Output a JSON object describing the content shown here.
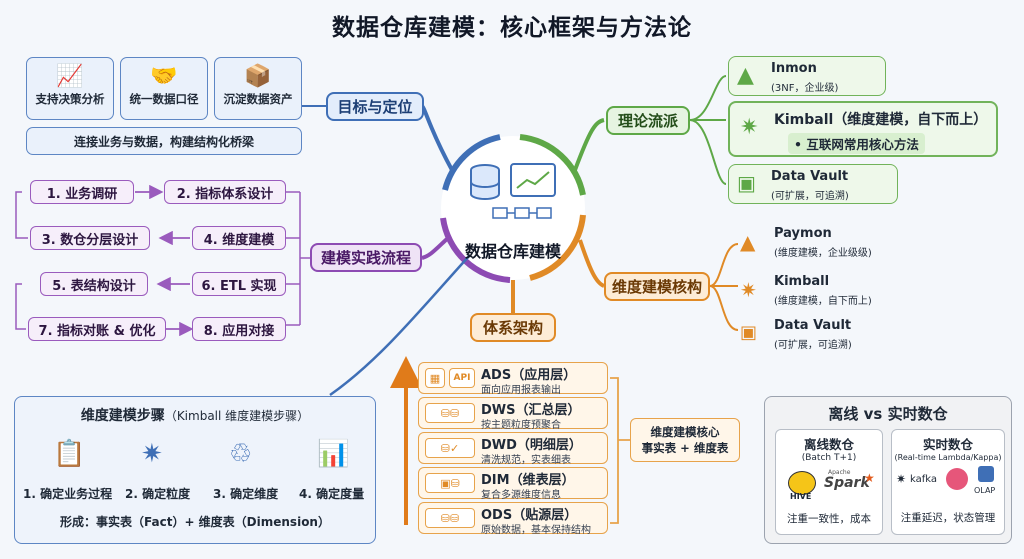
{
  "title": "数据仓库建模：核心框架与方法论",
  "center": {
    "label": "数据仓库建模"
  },
  "goals": {
    "label": "目标与定位",
    "cards": [
      "支持决策分析",
      "统一数据口径",
      "沉淀数据资产"
    ],
    "footer": "连接业务与数据，构建结构化桥梁"
  },
  "theory": {
    "label": "理论流派",
    "items": [
      {
        "name": "Inmon",
        "desc": "(3NF，企业级)"
      },
      {
        "name": "Kimball（维度建模，自下而上）",
        "desc": "• 互联网常用核心方法"
      },
      {
        "name": "Data Vault",
        "desc": "(可扩展，可追溯)"
      }
    ]
  },
  "practice": {
    "label": "建模实践流程",
    "steps": [
      "1. 业务调研",
      "2. 指标体系设计",
      "3. 数仓分层设计",
      "4. 维度建模",
      "5. 表结构设计",
      "6. ETL 实现",
      "7. 指标对账 & 优化",
      "8. 应用对接"
    ]
  },
  "dimcore": {
    "label": "维度建模核构",
    "items": [
      {
        "name": "Paymon",
        "desc": "(维度建模，企业级级)"
      },
      {
        "name": "Kimball",
        "desc": "(维度建模，自下而上)"
      },
      {
        "name": "Data Vault",
        "desc": "(可扩展，可追溯)"
      }
    ]
  },
  "arch": {
    "label": "体系架构",
    "layers": [
      {
        "name": "ADS（应用层）",
        "desc": "面向应用报表输出",
        "tag": "API"
      },
      {
        "name": "DWS（汇总层）",
        "desc": "按主题粒度预聚合"
      },
      {
        "name": "DWD（明细层）",
        "desc": "清洗规范，实表细表"
      },
      {
        "name": "DIM（维表层）",
        "desc": "复合多源维度信息"
      },
      {
        "name": "ODS（贴源层）",
        "desc": "原始数据，基本保持结构"
      }
    ],
    "core_line1": "维度建模核心",
    "core_line2": "事实表 + 维度表"
  },
  "kimball_steps": {
    "title": "维度建模步骤",
    "subtitle": "（Kimball 维度建模步骤）",
    "steps": [
      "1. 确定业务过程",
      "2. 确定粒度",
      "3. 确定维度",
      "4. 确定度量"
    ],
    "formula": "形成：事实表（Fact）+ 维度表（Dimension）"
  },
  "offline_rt": {
    "title": "离线 vs 实时数仓",
    "offline": {
      "title": "离线数仓",
      "sub": "(Batch T+1)",
      "logos": [
        "HIVE",
        "Apache",
        "Spark"
      ],
      "note": "注重一致性，成本"
    },
    "realtime": {
      "title": "实时数仓",
      "sub": "(Real-time Lambda/Kappa)",
      "logos": [
        "kafka",
        "OLAP"
      ],
      "note": "注重延迟，状态管理"
    }
  },
  "colors": {
    "blue": "#3f6fb6",
    "green": "#5ea847",
    "purple": "#8d4bb3",
    "orange": "#e08a26"
  }
}
